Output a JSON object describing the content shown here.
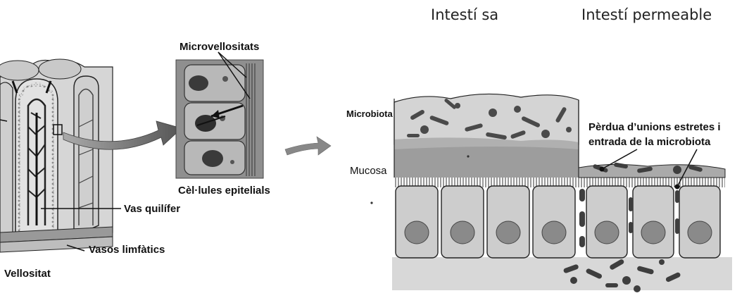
{
  "labels": {
    "microvilli": "Microvellositats",
    "epithelial_cells": "Cèl·lules epitelials",
    "lacteal": "Vas quilífer",
    "lymphatic_vessels": "Vasos limfàtics",
    "villus": "Vellositat",
    "healthy_gut": "Intestí sa",
    "leaky_gut": "Intestí permeable",
    "microbiota": "Microbiota",
    "mucosa": "Mucosa",
    "tight_junction_loss": "Pèrdua d’unions estretes i entrada de la microbiota"
  },
  "colors": {
    "line": "#1a1a1a",
    "panel_bg": "#d9d9d9",
    "mucosa": "#9a9a9a",
    "cell_fill": "#cfcfcf",
    "nucleus": "#7e7e7e",
    "bacteria": "#4a4a4a",
    "arrow": "#666666"
  }
}
